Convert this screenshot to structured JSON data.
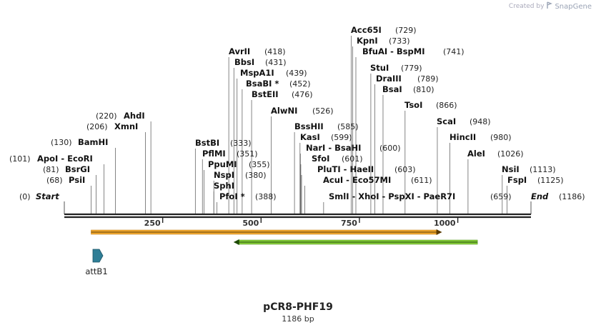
{
  "credit": {
    "prefix": "Created by",
    "brand": "SnapGene"
  },
  "plasmid": {
    "name": "pCR8-PHF19",
    "length_label": "1186 bp",
    "length": 1186
  },
  "ends": {
    "start_label": "Start",
    "start_pos": "(0)",
    "end_label": "End",
    "end_pos": "(1186)"
  },
  "scale_ticks": [
    {
      "value": 250,
      "label": "250"
    },
    {
      "value": 500,
      "label": "500"
    },
    {
      "value": 750,
      "label": "750"
    },
    {
      "value": 1000,
      "label": "1000"
    }
  ],
  "sites": [
    {
      "name": "PsiI",
      "pos": 68,
      "pos_label": "(68)"
    },
    {
      "name": "BsrGI",
      "pos": 81,
      "pos_label": "(81)"
    },
    {
      "name": "ApoI - EcoRI",
      "pos": 101,
      "pos_label": "(101)"
    },
    {
      "name": "BamHI",
      "pos": 130,
      "pos_label": "(130)"
    },
    {
      "name": "XmnI",
      "pos": 206,
      "pos_label": "(206)"
    },
    {
      "name": "AhdI",
      "pos": 220,
      "pos_label": "(220)"
    },
    {
      "name": "BstBI",
      "pos": 333,
      "pos_label": "(333)"
    },
    {
      "name": "PflMI",
      "pos": 351,
      "pos_label": "(351)"
    },
    {
      "name": "PpuMI",
      "pos": 355,
      "pos_label": "(355)"
    },
    {
      "name": "NspI",
      "pos": 380,
      "pos_label": "(380)"
    },
    {
      "name": "SphI",
      "pos": 380,
      "pos_label": ""
    },
    {
      "name": "PfoI *",
      "pos": 388,
      "pos_label": "(388)"
    },
    {
      "name": "AvrII",
      "pos": 418,
      "pos_label": "(418)"
    },
    {
      "name": "BbsI",
      "pos": 431,
      "pos_label": "(431)"
    },
    {
      "name": "MspA1I",
      "pos": 439,
      "pos_label": "(439)"
    },
    {
      "name": "BsaBI *",
      "pos": 452,
      "pos_label": "(452)"
    },
    {
      "name": "BstEII",
      "pos": 476,
      "pos_label": "(476)"
    },
    {
      "name": "AlwNI",
      "pos": 526,
      "pos_label": "(526)"
    },
    {
      "name": "BssHII",
      "pos": 585,
      "pos_label": "(585)"
    },
    {
      "name": "KasI",
      "pos": 599,
      "pos_label": "(599)"
    },
    {
      "name": "NarI - BsaHI",
      "pos": 600,
      "pos_label": "(600)"
    },
    {
      "name": "SfoI",
      "pos": 601,
      "pos_label": "(601)"
    },
    {
      "name": "PluTI - HaeII",
      "pos": 603,
      "pos_label": "(603)"
    },
    {
      "name": "AcuI - Eco57MI",
      "pos": 611,
      "pos_label": "(611)"
    },
    {
      "name": "SmlI - XhoI - PspXI - PaeR7I",
      "pos": 659,
      "pos_label": "(659)"
    },
    {
      "name": "Acc65I",
      "pos": 729,
      "pos_label": "(729)"
    },
    {
      "name": "KpnI",
      "pos": 733,
      "pos_label": "(733)"
    },
    {
      "name": "BfuAI - BspMI",
      "pos": 741,
      "pos_label": "(741)"
    },
    {
      "name": "StuI",
      "pos": 779,
      "pos_label": "(779)"
    },
    {
      "name": "DraIII",
      "pos": 789,
      "pos_label": "(789)"
    },
    {
      "name": "BsaI",
      "pos": 810,
      "pos_label": "(810)"
    },
    {
      "name": "TsoI",
      "pos": 866,
      "pos_label": "(866)"
    },
    {
      "name": "ScaI",
      "pos": 948,
      "pos_label": "(948)"
    },
    {
      "name": "HincII",
      "pos": 980,
      "pos_label": "(980)"
    },
    {
      "name": "AleI",
      "pos": 1026,
      "pos_label": "(1026)"
    },
    {
      "name": "NsiI",
      "pos": 1113,
      "pos_label": "(1113)"
    },
    {
      "name": "FspI",
      "pos": 1125,
      "pos_label": "(1125)"
    }
  ],
  "features": [
    {
      "name": "",
      "start": 68,
      "end": 960,
      "strand": "forward",
      "color": "#f0a830"
    },
    {
      "name": "",
      "start": 430,
      "end": 1050,
      "strand": "reverse",
      "color": "#86cc3a"
    },
    {
      "name": "attB1",
      "start": 68,
      "end": 93,
      "strand": "forward",
      "color": "#2f7e96"
    }
  ]
}
